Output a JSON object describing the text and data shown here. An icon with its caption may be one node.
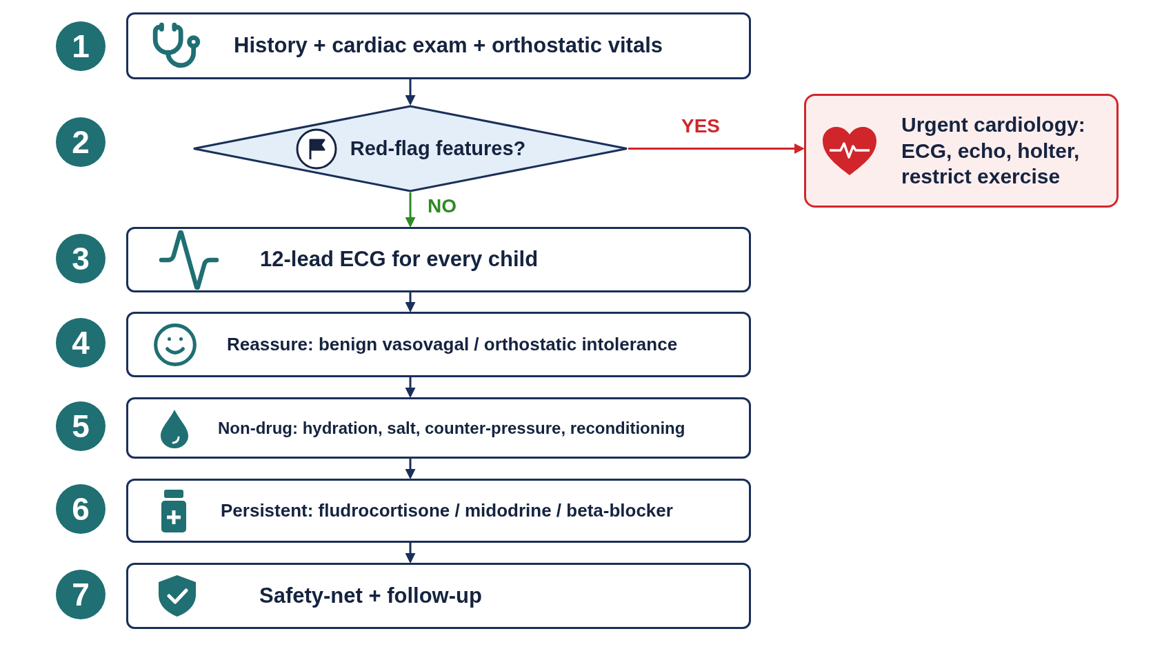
{
  "diagram": {
    "nodes": [
      {
        "text": [
          "1"
        ]
      },
      {
        "text": [
          "History + cardiac exam + orthostatic vitals"
        ]
      },
      {
        "text": [
          "2"
        ]
      },
      {
        "text": [
          "Red-flag features?"
        ]
      },
      {
        "text": [
          "Urgent cardiology: ECG, echo, holter, restrict exercise"
        ]
      },
      {
        "text": [
          "3"
        ]
      },
      {
        "text": [
          "12-lead ECG for every child"
        ]
      },
      {
        "text": [
          "4"
        ]
      },
      {
        "text": [
          "Reassure: benign vasovagal / orthostatic intolerance"
        ]
      },
      {
        "text": [
          "5"
        ]
      },
      {
        "text": [
          "Non-drug: hydration, salt, counter-pressure, reconditioning"
        ]
      },
      {
        "text": [
          "6"
        ]
      },
      {
        "text": [
          "Persistent: fludrocortisone / midodrine / beta-blocker"
        ]
      },
      {
        "text": [
          "7"
        ]
      },
      {
        "text": [
          "Safety-net + follow-up"
        ]
      }
    ],
    "edges": [
      {
        "from": 1,
        "to": 3,
        "arrow": "to"
      },
      {
        "from": 3,
        "to": 4,
        "arrow": "to",
        "label": "YES",
        "color": "#d0262b"
      },
      {
        "from": 3,
        "to": 6,
        "arrow": "to",
        "label": "NO",
        "color": "#2e8b22"
      },
      {
        "from": 6,
        "to": 8,
        "arrow": "to"
      },
      {
        "from": 8,
        "to": 10,
        "arrow": "to"
      },
      {
        "from": 10,
        "to": 12,
        "arrow": "to"
      },
      {
        "from": 12,
        "to": 14,
        "arrow": "to"
      }
    ]
  }
}
